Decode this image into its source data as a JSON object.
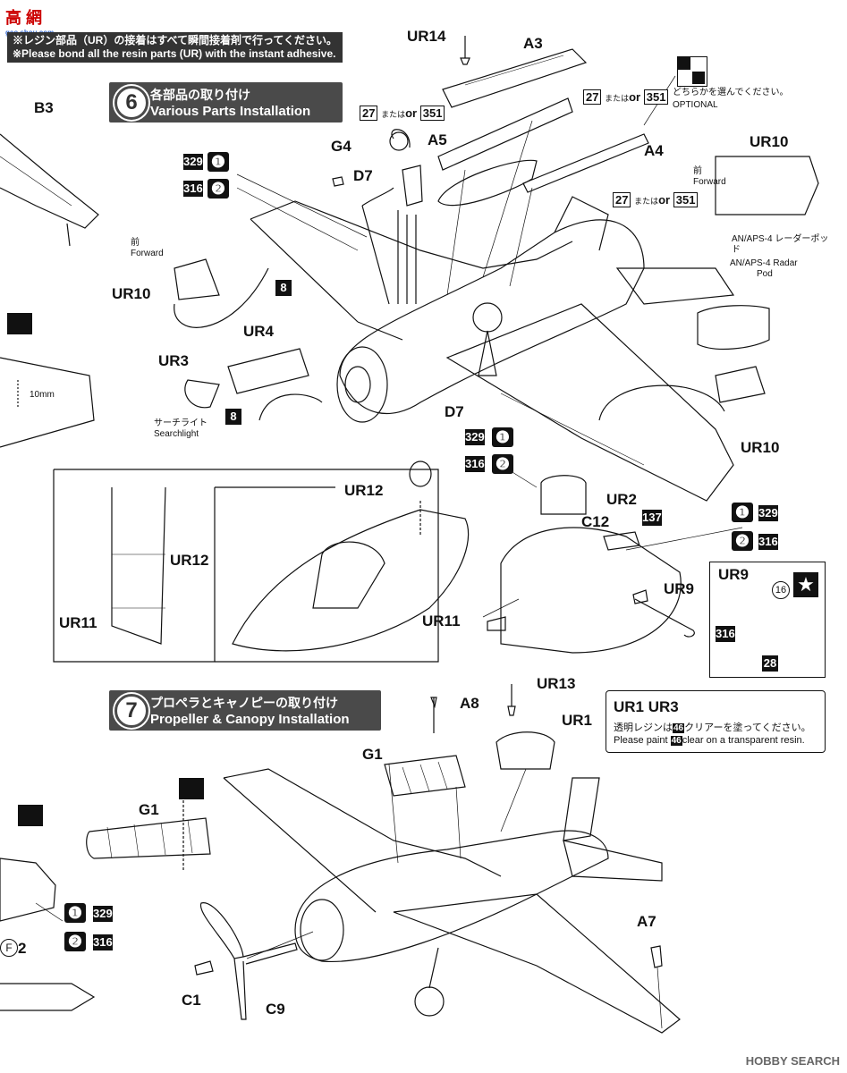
{
  "logo": {
    "text": "高 網",
    "sub": "gao.shou.com"
  },
  "notice": {
    "ja": "※レジン部品（UR）の接着はすべて瞬間接着剤で行ってください。",
    "en": "※Please bond all the resin parts (UR) with the instant adhesive."
  },
  "step6": {
    "number": "6",
    "title_ja": "各部品の取り付け",
    "title_en": "Various Parts Installation"
  },
  "step7": {
    "number": "7",
    "title_ja": "プロペラとキャノピーの取り付け",
    "title_en": "Propeller & Canopy Installation"
  },
  "parts": {
    "ur14": "UR14",
    "a3": "A3",
    "a5": "A5",
    "a4": "A4",
    "b3": "B3",
    "g4": "G4",
    "d7a": "D7",
    "d7b": "D7",
    "ur10a": "UR10",
    "ur10b": "UR10",
    "ur10c": "UR10",
    "ur4": "UR4",
    "ur3": "UR3",
    "ur12a": "UR12",
    "ur12b": "UR12",
    "ur11a": "UR11",
    "ur11b": "UR11",
    "ur2": "UR2",
    "c12": "C12",
    "ur9a": "UR9",
    "ur9b": "UR9",
    "a8": "A8",
    "ur13": "UR13",
    "g1a": "G1",
    "g1b": "G1",
    "ur1": "UR1",
    "a7": "A7",
    "c1": "C1",
    "c9": "C9",
    "f2": "2"
  },
  "numbers": {
    "n8a": "8",
    "n8b": "8"
  },
  "paint": {
    "p27a": "27",
    "p351a": "351",
    "p27b": "27",
    "p351b": "351",
    "p27c": "27",
    "p351c": "351",
    "or": "or",
    "mata": "または",
    "c329": "329",
    "c316": "316",
    "c137": "137",
    "c28": "28",
    "c316b": "316"
  },
  "annotations": {
    "optional_ja": "どちらかを選んでください。",
    "optional_en": "OPTIONAL",
    "forward_ja": "前",
    "forward_en": "Forward",
    "radar_ja": "AN/APS-4 レーダーポッド",
    "radar_en1": "AN/APS-4 Radar",
    "radar_en2": "Pod",
    "searchlight_ja": "サーチライト",
    "searchlight_en": "Searchlight",
    "dim": "10mm",
    "circled16": "16",
    "circF": "F"
  },
  "infobox": {
    "title": "UR1  UR3",
    "line1_a": "透明レジンは",
    "line1_b": "46",
    "line1_c": "クリアーを塗ってください。",
    "line2_a": "Please paint ",
    "line2_b": "46",
    "line2_c": "clear on a transparent resin."
  },
  "watermark": "HOBBY SEARCH"
}
